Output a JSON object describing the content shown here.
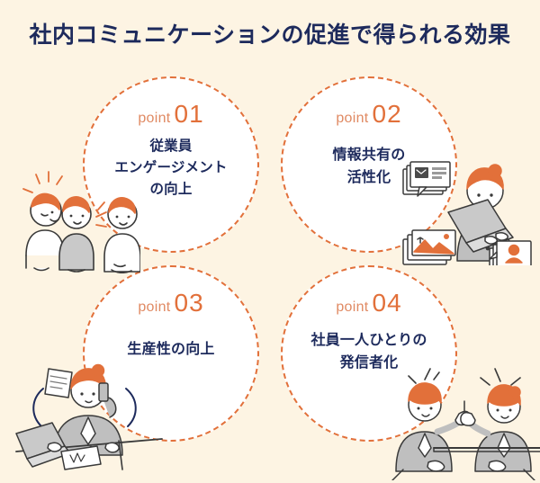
{
  "page": {
    "title": "社内コミュニケーションの促進で得られる効果",
    "background_color": "#fdf4e3",
    "title_color": "#1d2a5c",
    "accent_color": "#e2703a"
  },
  "points": [
    {
      "label_word": "point",
      "label_number": "01",
      "body": "従業員\nエンゲージメント\nの向上",
      "body_lines": [
        "従業員",
        "エンゲージメント",
        "の向上"
      ],
      "illustration": "three-people-talking-illustration"
    },
    {
      "label_word": "point",
      "label_number": "02",
      "body": "情報共有の\n活性化",
      "body_lines": [
        "情報共有の",
        "活性化"
      ],
      "illustration": "woman-at-laptop-sharing-content-illustration"
    },
    {
      "label_word": "point",
      "label_number": "03",
      "body": "生産性の向上",
      "body_lines": [
        "生産性の向上"
      ],
      "illustration": "woman-multitasking-phone-laptop-illustration"
    },
    {
      "label_word": "point",
      "label_number": "04",
      "body": "社員一人ひとりの\n発信者化",
      "body_lines": [
        "社員一人ひとりの",
        "発信者化"
      ],
      "illustration": "two-people-conversation-at-table-illustration"
    }
  ]
}
